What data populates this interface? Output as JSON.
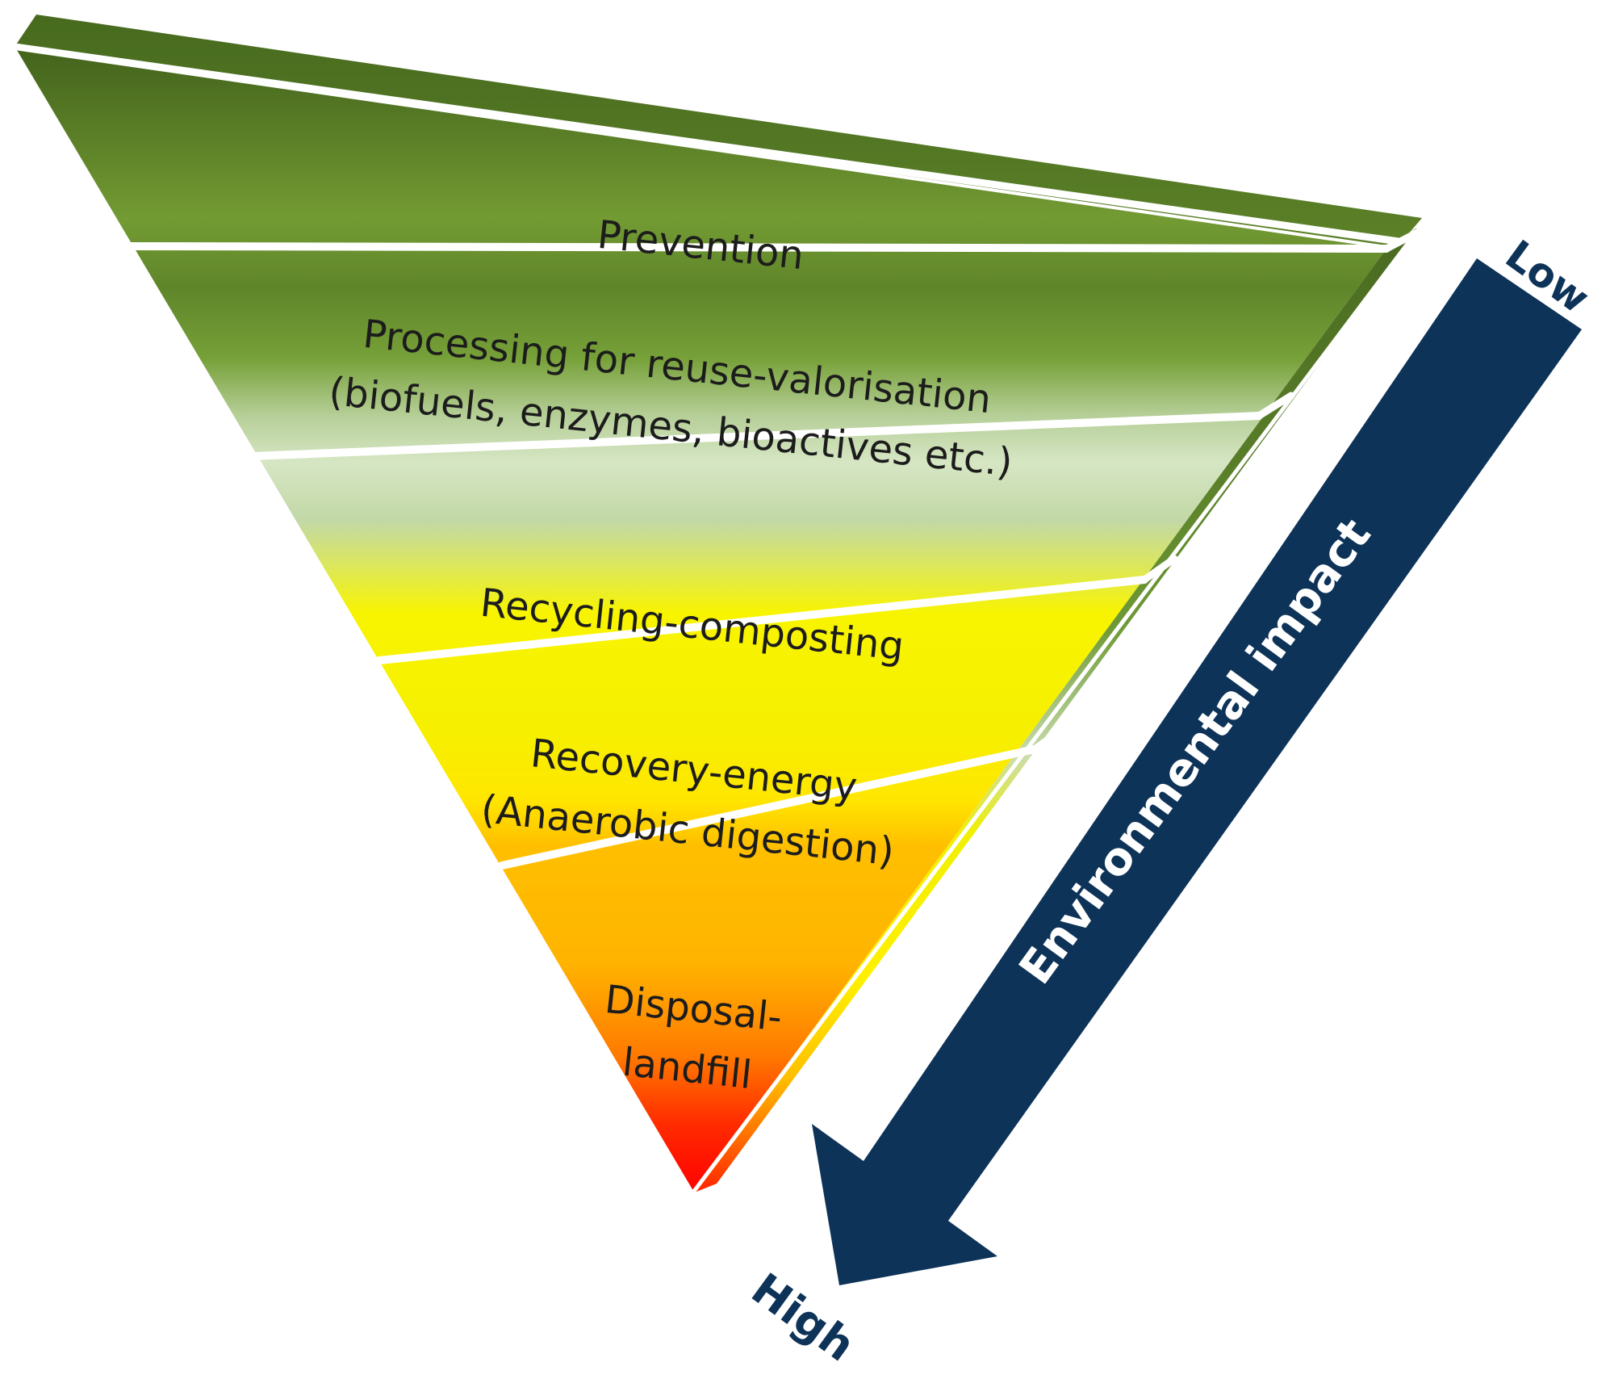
{
  "hierarchy": {
    "tiers": [
      {
        "lines": [
          "Prevention"
        ]
      },
      {
        "lines": [
          "Processing for reuse-valorisation",
          "(biofuels, enzymes, bioactives etc.)"
        ]
      },
      {
        "lines": [
          "Recycling-composting"
        ]
      },
      {
        "lines": [
          "Recovery-energy",
          "(Anaerobic digestion)"
        ]
      },
      {
        "lines": [
          "Disposal-",
          "landfill"
        ]
      }
    ]
  },
  "impact_arrow": {
    "title": "Environmental impact",
    "start_label": "Low",
    "end_label": "High",
    "color": "#0e3358"
  },
  "colors": {
    "dark_green": "#4a6a22",
    "green": "#6e9530",
    "pale_green": "#c8dcb0",
    "yellow": "#f6f200",
    "orange": "#ffbf00",
    "red": "#ff1a00",
    "separator": "#ffffff"
  }
}
